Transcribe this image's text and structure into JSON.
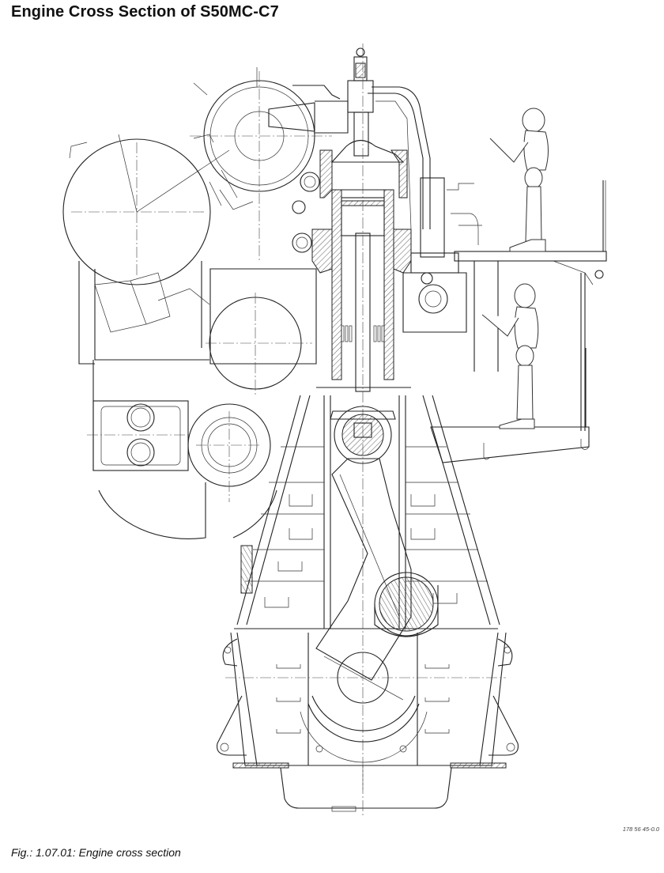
{
  "document": {
    "title": "Engine Cross Section of S50MC-C7",
    "caption": "Fig.: 1.07.01: Engine cross section",
    "reference_number": "178 56 45-0.0"
  },
  "drawing": {
    "type": "engineering cross-section line drawing",
    "subject": "Two-stroke marine diesel engine S50MC-C7",
    "components": [
      "turbocharger",
      "scavenge air cooler",
      "exhaust receiver",
      "cylinder cover with exhaust valve",
      "cylinder liner and piston",
      "piston rod",
      "crosshead",
      "connecting rod",
      "crankshaft",
      "frame box / A-frame",
      "bedplate",
      "oil pan",
      "fuel pump",
      "operating platforms",
      "human figures for scale"
    ],
    "colors": {
      "line": "#222222",
      "background": "#ffffff"
    }
  }
}
